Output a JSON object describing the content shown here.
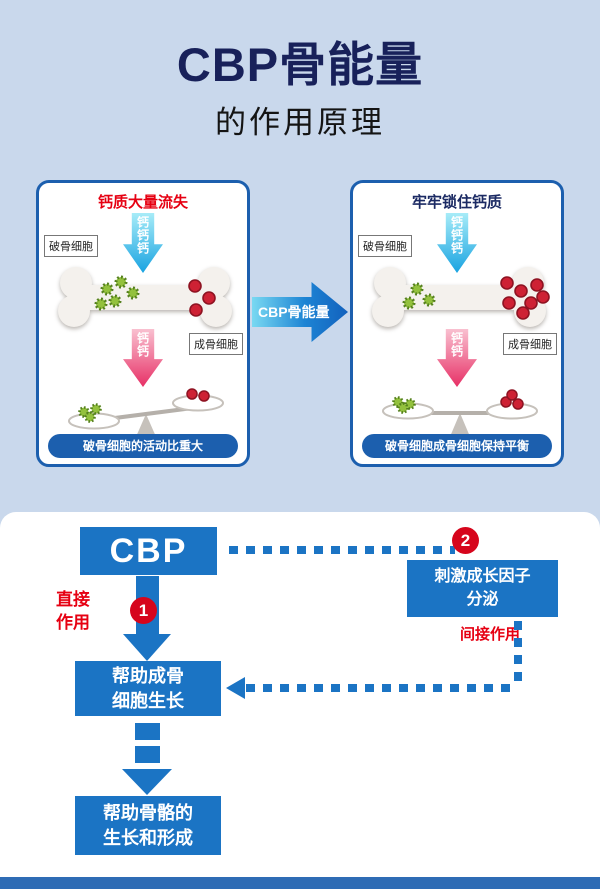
{
  "header": {
    "title": "CBP骨能量",
    "subtitle": "的作用原理"
  },
  "panels": {
    "left": {
      "title": "钙质大量流失",
      "osteoclast_label": "破骨细胞",
      "osteoblast_label": "成骨细胞",
      "calcium_in": "钙钙钙",
      "calcium_out": "钙钙",
      "footer": "破骨细胞的活动比重大"
    },
    "right": {
      "title": "牢牢锁住钙质",
      "osteoclast_label": "破骨细胞",
      "osteoblast_label": "成骨细胞",
      "calcium_in": "钙钙钙",
      "calcium_out": "钙钙",
      "footer": "破骨细胞成骨细胞保持平衡"
    },
    "center_arrow_label": "CBP骨能量"
  },
  "flowchart": {
    "cbp": "CBP",
    "badge_1": "1",
    "badge_2": "2",
    "direct_line1": "直接",
    "direct_line2": "作用",
    "indirect_label": "间接作用",
    "stimulate_line1": "刺激成长因子",
    "stimulate_line2": "分泌",
    "help_osteoblast_line1": "帮助成骨",
    "help_osteoblast_line2": "细胞生长",
    "help_bone_line1": "帮助骨骼的",
    "help_bone_line2": "生长和形成"
  },
  "colors": {
    "background": "#c9d8ec",
    "title_navy": "#18215a",
    "accent_red": "#e60012",
    "panel_border_blue": "#1c5fae",
    "flow_blue": "#1b74c4",
    "badge_red": "#d6051c",
    "bottom_bar_blue": "#2e6cb5"
  }
}
